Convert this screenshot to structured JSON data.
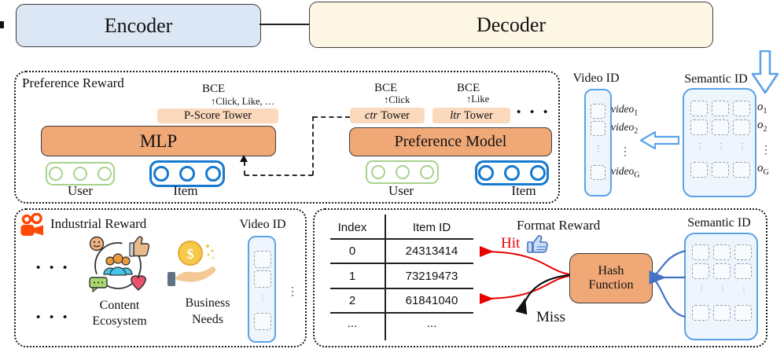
{
  "top": {
    "encoder": "Encoder",
    "decoder": "Decoder"
  },
  "preference": {
    "title": "Preference Reward",
    "bce": "BCE",
    "click_like": "↑Click, Like, …",
    "click": "↑Click",
    "like": "↑Like",
    "pscore_tower": "P-Score Tower",
    "mlp": "MLP",
    "ctr_italic": "ctr",
    "ctr_rest": "Tower",
    "ltr_italic": "ltr",
    "ltr_rest": "Tower",
    "more_dots": "• • •",
    "preference_model": "Preference Model",
    "user": "User",
    "item": "Item"
  },
  "video_id_top": {
    "title": "Video ID",
    "items": [
      {
        "base": "video",
        "sub": "1"
      },
      {
        "base": "video",
        "sub": "2"
      },
      {
        "base": "video",
        "sub": "G"
      }
    ],
    "vdots": "⋮"
  },
  "semantic_top": {
    "title": "Semantic ID",
    "labels": [
      {
        "base": "o",
        "sub": "1"
      },
      {
        "base": "o",
        "sub": "2"
      },
      {
        "base": "o",
        "sub": "G"
      }
    ],
    "vdots": "⋮"
  },
  "industrial": {
    "title": "Industrial Reward",
    "dots": "• • •",
    "content_line1": "Content",
    "content_line2": "Ecosystem",
    "business_line1": "Business",
    "business_line2": "Needs",
    "video_id": "Video ID",
    "vdots": "⋮",
    "coin_symbol": "$"
  },
  "format": {
    "title": "Format Reward",
    "hit": "Hit",
    "miss": "Miss",
    "hash_line1": "Hash",
    "hash_line2": "Function",
    "semantic_id": "Semantic ID",
    "table": {
      "headers": [
        "Index",
        "Item ID"
      ],
      "rows": [
        [
          "0",
          "24313414"
        ],
        [
          "1",
          "73219473"
        ],
        [
          "2",
          "61841040"
        ],
        [
          "...",
          "..."
        ]
      ]
    }
  },
  "icons": {
    "kuaishou": "kuaishou-logo",
    "content_ecosystem": "content-ecosystem-icon",
    "business_needs": "business-needs-icon",
    "thumbs_up": "thumbs-up-icon",
    "down_arrow": "hollow-down-arrow-icon",
    "left_arrow": "hollow-left-arrow-icon"
  },
  "colors": {
    "accent_blue": "#5ba3e8",
    "box_orange": "#f0a876",
    "tower_peach": "#fbd9bd",
    "user_green": "#a9d18e",
    "item_blue": "#1779d0",
    "hit_red": "#e80000",
    "kuaishou_orange": "#ff4906",
    "encoder_fill": "#dbe7f4",
    "decoder_fill": "#fdf6e4"
  }
}
